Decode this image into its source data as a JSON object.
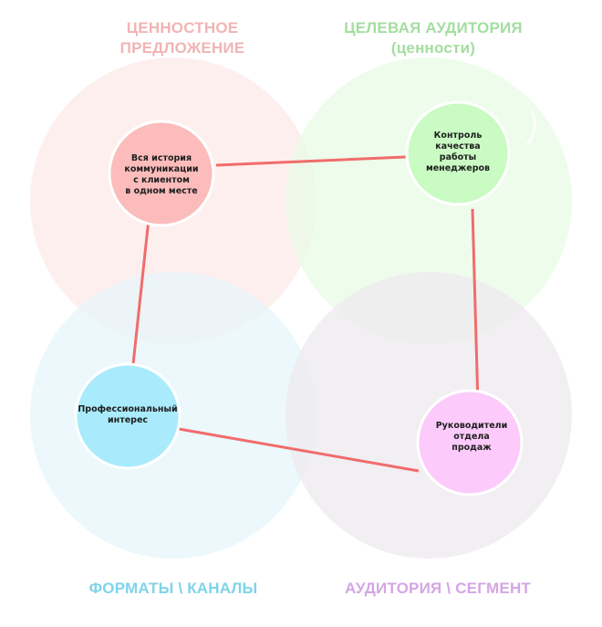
{
  "quadrants": [
    {
      "id": "value",
      "title": "ЦЕННОСТНОЕ\nПРЕДЛОЖЕНИЕ",
      "color": "#f1b4b4",
      "fill": "#fdeaea"
    },
    {
      "id": "target",
      "title": "ЦЕЛЕВАЯ АУДИТОРИЯ\n(ценности)",
      "color": "#a3dea0",
      "fill": "#e8fbe6"
    },
    {
      "id": "formats",
      "title": "ФОРМАТЫ \\ КАНАЛЫ",
      "color": "#7fd3ea",
      "fill": "#e6f5fb"
    },
    {
      "id": "audience",
      "title": "АУДИТОРИЯ \\ СЕГМЕНТ",
      "color": "#d4a6e4",
      "fill": "#eeeaef"
    }
  ],
  "nodes": [
    {
      "id": "value",
      "label": "Вся история\nкоммуникации\nс клиентом\nв одном месте",
      "fill": "#fcbcbc"
    },
    {
      "id": "target",
      "label": "Контроль\nкачества\nработы\nменеджеров",
      "fill": "#c9fbc3"
    },
    {
      "id": "formats",
      "label": "Профессиональный\nинтерес",
      "fill": "#a9ebfc"
    },
    {
      "id": "audience",
      "label": "Руководители\nотдела\nпродаж",
      "fill": "#fccbfb"
    }
  ],
  "connections": [
    {
      "from": "value",
      "to": "target"
    },
    {
      "from": "target",
      "to": "audience"
    },
    {
      "from": "audience",
      "to": "formats"
    },
    {
      "from": "formats",
      "to": "value"
    }
  ],
  "connector_color": "#f06c6c"
}
